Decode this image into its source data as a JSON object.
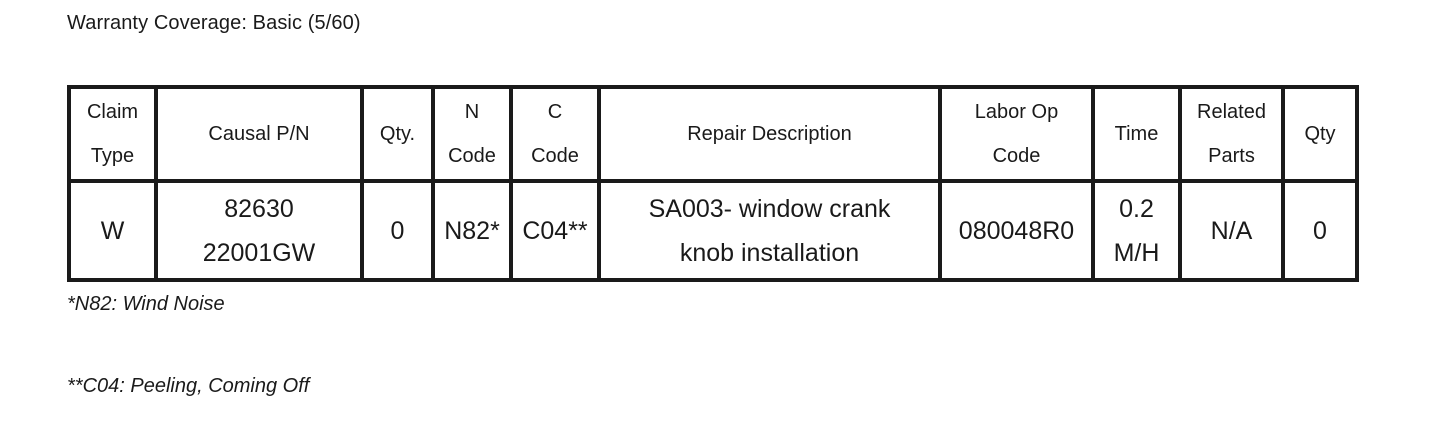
{
  "coverage": "Warranty Coverage: Basic (5/60)",
  "table": {
    "headers": [
      {
        "lines": [
          "Claim",
          "Type"
        ]
      },
      {
        "lines": [
          "Causal P/N"
        ]
      },
      {
        "lines": [
          "Qty."
        ]
      },
      {
        "lines": [
          "N",
          "Code"
        ]
      },
      {
        "lines": [
          "C",
          "Code"
        ]
      },
      {
        "lines": [
          "Repair Description"
        ]
      },
      {
        "lines": [
          "Labor Op",
          "Code"
        ]
      },
      {
        "lines": [
          "Time"
        ]
      },
      {
        "lines": [
          "Related",
          "Parts"
        ]
      },
      {
        "lines": [
          "Qty"
        ]
      }
    ],
    "row": [
      {
        "lines": [
          "W"
        ]
      },
      {
        "lines": [
          "82630",
          "22001GW"
        ]
      },
      {
        "lines": [
          "0"
        ]
      },
      {
        "lines": [
          "N82*"
        ]
      },
      {
        "lines": [
          "C04**"
        ]
      },
      {
        "lines": [
          "SA003- window crank",
          "knob installation"
        ]
      },
      {
        "lines": [
          "080048R0"
        ]
      },
      {
        "lines": [
          "0.2",
          "M/H"
        ]
      },
      {
        "lines": [
          "N/A"
        ]
      },
      {
        "lines": [
          "0"
        ]
      }
    ]
  },
  "footnotes": [
    "*N82: Wind Noise",
    "**C04: Peeling, Coming Off"
  ]
}
